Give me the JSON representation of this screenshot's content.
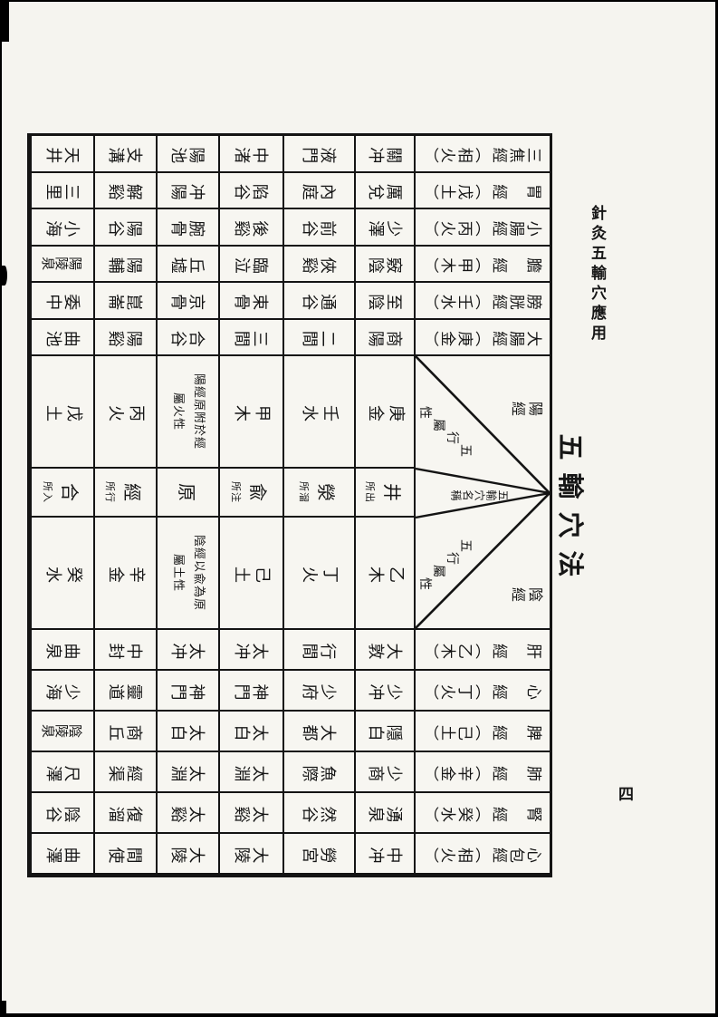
{
  "colors": {
    "ink": "#161616",
    "paper": "#f5f4ef"
  },
  "page": {
    "running_head": "針灸五輸穴應用",
    "page_number": "四"
  },
  "table": {
    "title": "五輸穴法",
    "fan": {
      "yang_label": "陽經",
      "yin_label": "陰經",
      "wuxing_chars": [
        "五",
        "行",
        "屬",
        "性"
      ],
      "center_label": "五輸穴名稱"
    },
    "yang_meridians": [
      "三焦經（相火）",
      "胃　經（戊土）",
      "小腸經（丙火）",
      "膽　經（甲木）",
      "膀胱經（壬水）",
      "大腸經（庚金）"
    ],
    "yin_meridians": [
      "肝　經（乙木）",
      "心　經（丁火）",
      "脾　經（己土）",
      "肺　經（辛金）",
      "腎　經（癸水）",
      "心包經（相火）"
    ],
    "rows": [
      {
        "label": "井",
        "note": "所出",
        "yang_attr": "庚金",
        "yin_attr": "乙木",
        "yang_points": [
          "關冲",
          "厲兌",
          "少澤",
          "竅陰",
          "至陰",
          "商陽"
        ],
        "yin_points": [
          "大敦",
          "少冲",
          "隱白",
          "少商",
          "湧泉",
          "中冲"
        ]
      },
      {
        "label": "滎",
        "note": "所溜",
        "yang_attr": "壬水",
        "yin_attr": "丁火",
        "yang_points": [
          "液門",
          "內庭",
          "前谷",
          "俠谿",
          "通谷",
          "二間"
        ],
        "yin_points": [
          "行間",
          "少府",
          "大都",
          "魚際",
          "然谷",
          "勞宮"
        ]
      },
      {
        "label": "兪",
        "note": "所注",
        "yang_attr": "甲木",
        "yin_attr": "己土",
        "yang_points": [
          "中渚",
          "陷谷",
          "後谿",
          "臨泣",
          "束骨",
          "三間"
        ],
        "yin_points": [
          "太冲",
          "神門",
          "太白",
          "太淵",
          "太谿",
          "大陵"
        ]
      },
      {
        "label": "原",
        "note": "",
        "yang_note": [
          "陽經原附於經",
          "屬火性"
        ],
        "yin_note": [
          "陰經以兪為原",
          "屬土性"
        ],
        "yang_points": [
          "陽池",
          "冲陽",
          "腕骨",
          "丘墟",
          "京骨",
          "合谷"
        ],
        "yin_points": [
          "太冲",
          "神門",
          "太白",
          "太淵",
          "太谿",
          "大陵"
        ]
      },
      {
        "label": "經",
        "note": "所行",
        "yang_attr": "丙火",
        "yin_attr": "辛金",
        "yang_points": [
          "支溝",
          "解谿",
          "陽谷",
          "陽輔",
          "崑崙",
          "陽谿"
        ],
        "yin_points": [
          "中封",
          "靈道",
          "商丘",
          "經渠",
          "復溜",
          "間使"
        ]
      },
      {
        "label": "合",
        "note": "所入",
        "yang_attr": "戊土",
        "yin_attr": "癸水",
        "yang_points": [
          "天井",
          "三里",
          "小海",
          "陽陵泉",
          "委中",
          "曲池"
        ],
        "yin_points": [
          "曲泉",
          "少海",
          "陰陵泉",
          "尺澤",
          "陰谷",
          "曲澤"
        ]
      }
    ]
  }
}
